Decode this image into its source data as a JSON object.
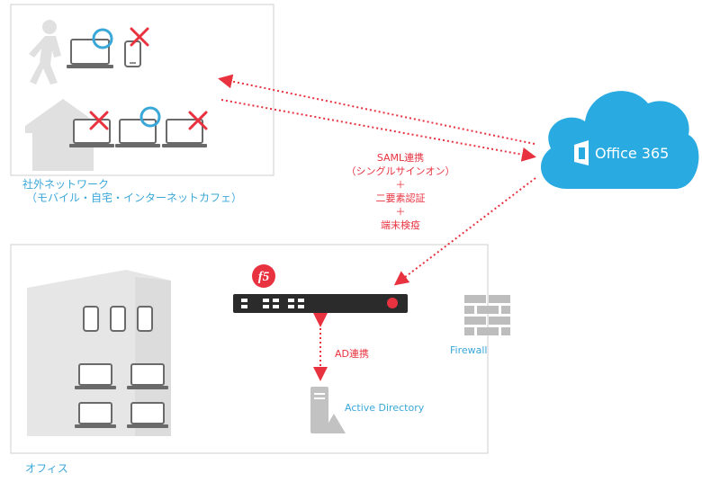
{
  "outside": {
    "title": "社外ネットワーク",
    "subtitle": "（モバイル・自宅・インターネットカフェ）"
  },
  "office": {
    "label": "オフィス"
  },
  "cloud": {
    "label": "Office 365"
  },
  "auth": {
    "line1": "SAML連携",
    "line2": "（シングルサインオン）",
    "plus1": "＋",
    "line3": "二要素認証",
    "plus2": "＋",
    "line4": "端末検疫"
  },
  "ad": {
    "link": "AD連携",
    "label": "Active Directory"
  },
  "firewall": {
    "label": "Firewall"
  },
  "device": {
    "logo": "f5"
  },
  "colors": {
    "accent_blue": "#3aa7d9",
    "accent_red": "#e8323f",
    "cloud": "#29abe2",
    "gray_icon": "#d9d9d9",
    "appliance": "#2b2b2b"
  }
}
